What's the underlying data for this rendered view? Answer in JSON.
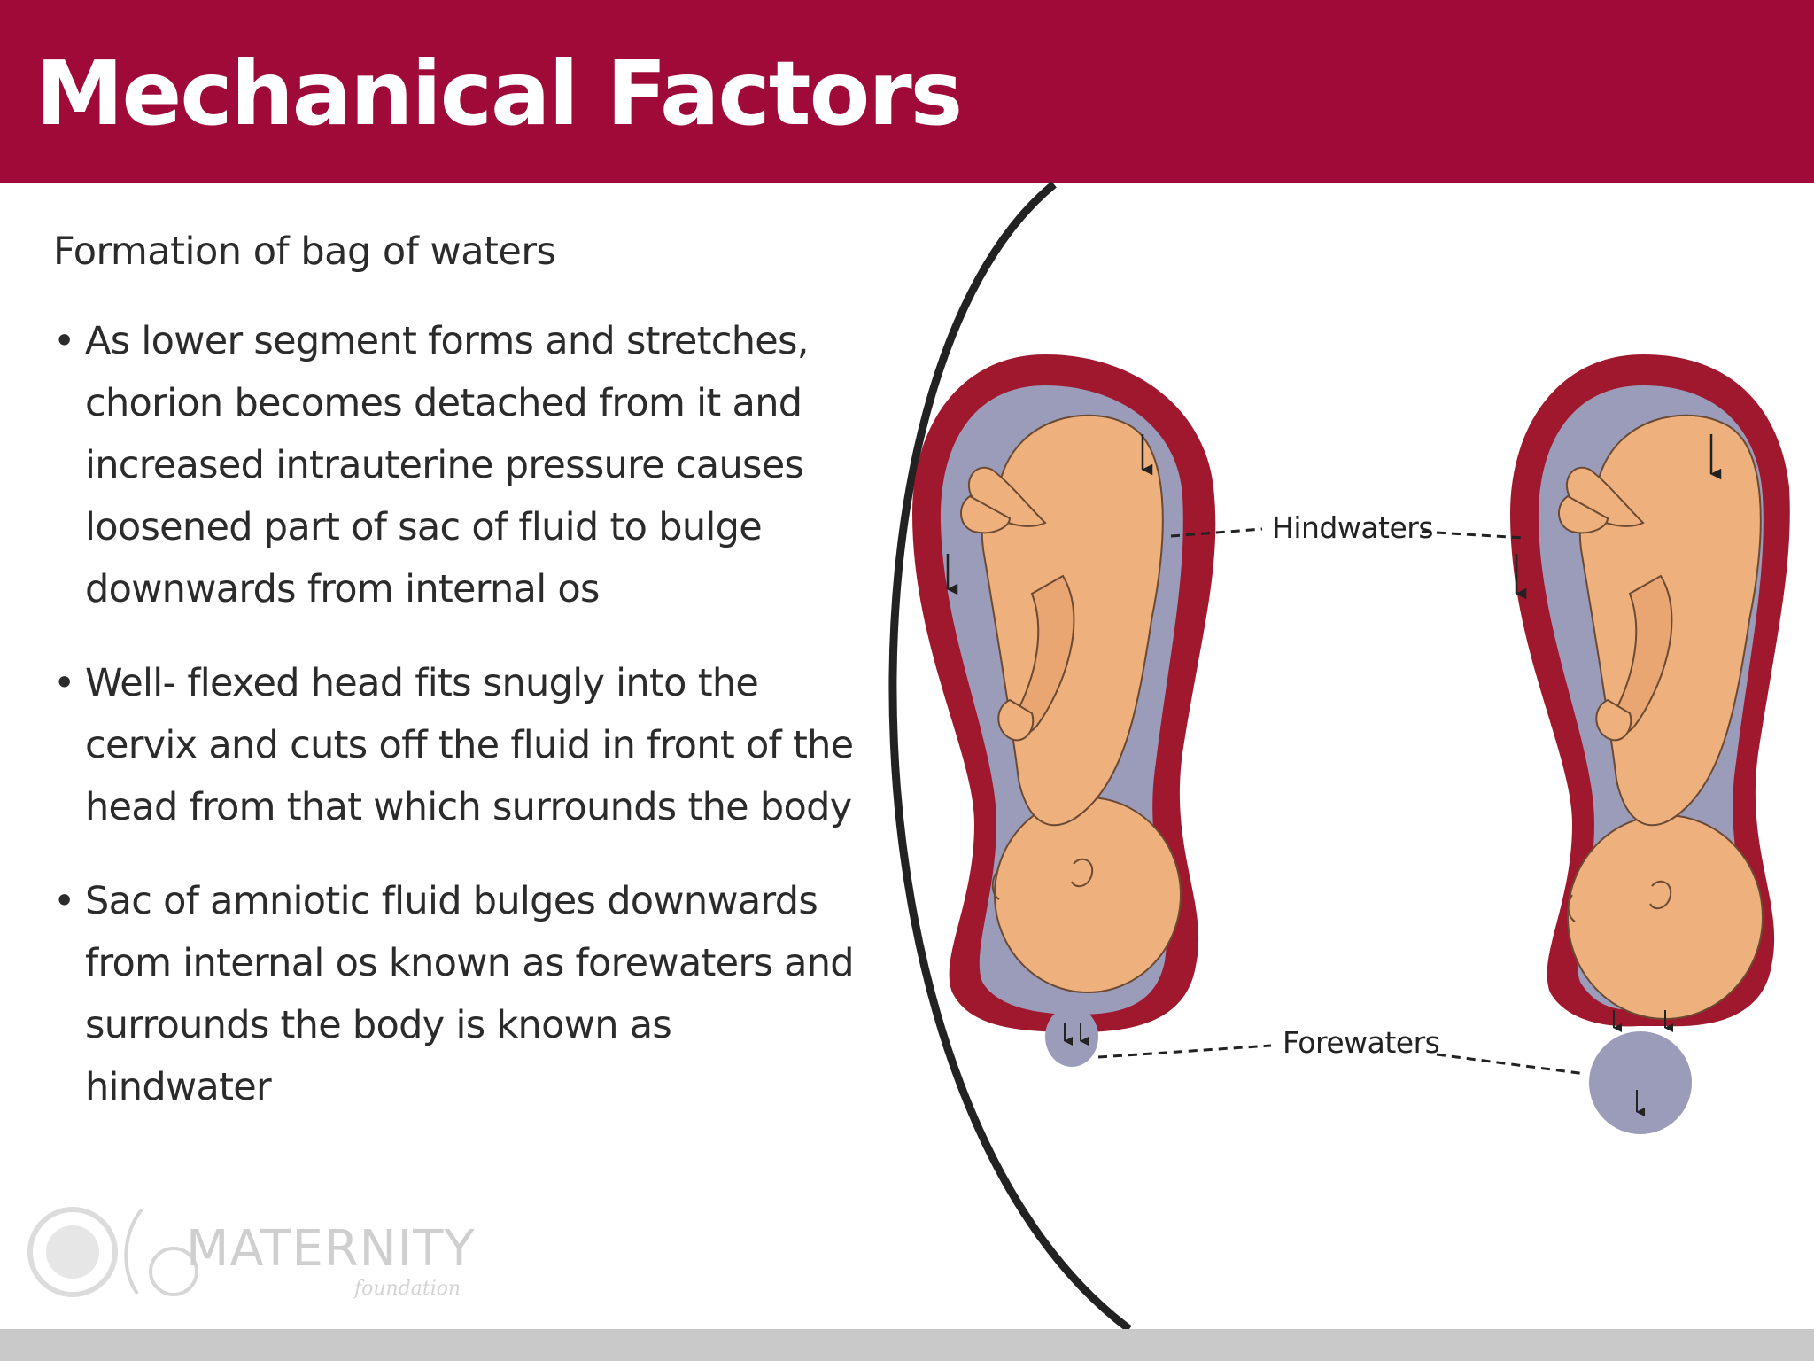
{
  "header": {
    "title": "Mechanical Factors"
  },
  "content": {
    "subtitle": "Formation of bag of waters",
    "bullets": [
      "As lower segment forms and stretches, chorion becomes detached from it and increased intrauterine pressure causes loosened part of sac of fluid to bulge downwards from internal os",
      "Well- flexed head fits snugly into the cervix and cuts off the fluid in front of the head from that which surrounds the body",
      "Sac of amniotic fluid bulges downwards from internal os known as forewaters and surrounds the body is known as hindwater"
    ]
  },
  "diagram": {
    "labels": {
      "hindwaters": "Hindwaters",
      "forewaters": "Forewaters"
    },
    "colors": {
      "uterus_wall": "#a0182e",
      "fluid": "#9a9cba",
      "fetus": "#eeb07c",
      "fetus_outline": "#6b4a34"
    }
  },
  "logo": {
    "name": "MATERNITY",
    "tagline": "foundation"
  },
  "colors": {
    "header_bg": "#a00a38",
    "footer_bar": "#c9c9c9"
  }
}
